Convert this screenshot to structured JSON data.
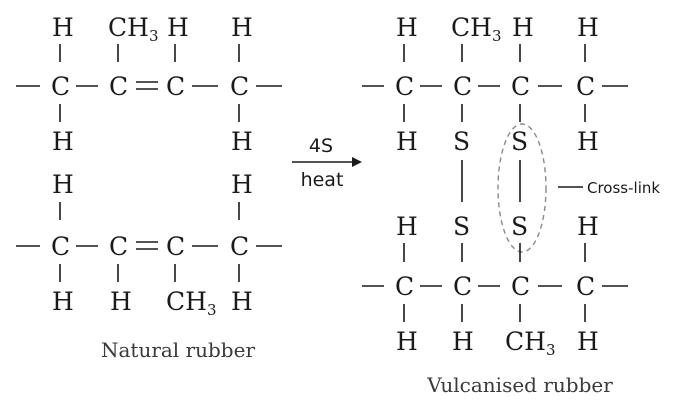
{
  "diagram": {
    "labels": {
      "hydrogen": "H",
      "carbon": "C",
      "sulfur": "S",
      "methyl_base": "CH",
      "methyl_sub": "3"
    },
    "reaction": {
      "reagent": "4S",
      "condition": "heat"
    },
    "captions": {
      "natural": "Natural rubber",
      "vulcanised": "Vulcanised rubber"
    },
    "annotation": {
      "cross_link": "Cross-link"
    },
    "colors": {
      "ink": "#1a1a1a",
      "ellipse": "#8a8a8a"
    }
  }
}
